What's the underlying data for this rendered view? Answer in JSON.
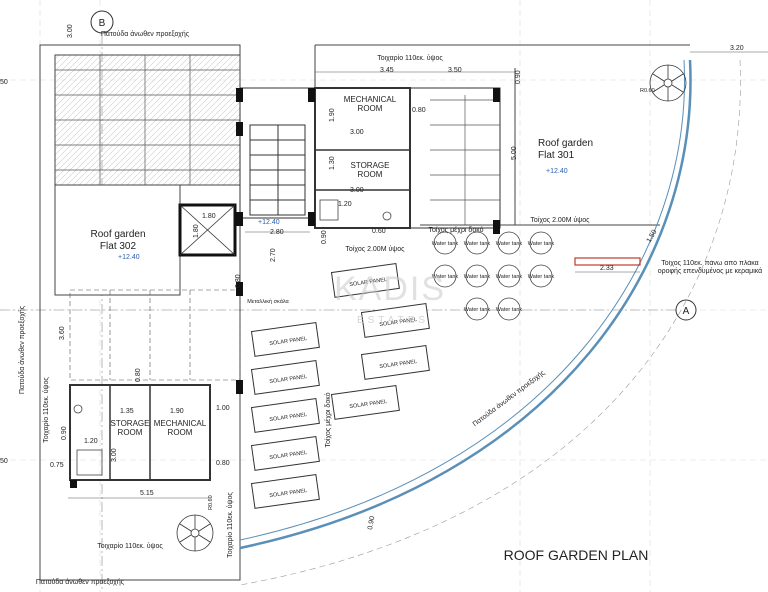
{
  "labels": {
    "grid_b": "B",
    "grid_a": "A",
    "overhang_top_left": "Πατούδα άνωθεν προεξοχής",
    "overhang_bottom": "Πατούδα άνωθεν προεξοχής",
    "overhang_left": "Πατούδα άνωθεν προεξοχής",
    "overhang_curve": "Πατούδα άνωθεν προεξοχής",
    "parapet_top": "Τοιχαρίο 110εκ. ύψος",
    "parapet_left": "Τοιχαρίο 110εκ. ύψος",
    "parapet_bottom": "Τοιχαρίο 110εκ. ύψος",
    "parapet_bottom_vertical": "Τοιχαρίο 110εκ. ύψος",
    "wall_2m_right": "Τοίχος 2.00M ύψος",
    "wall_2m_center": "Τοίχος 2.00M ύψος",
    "wall_beam_1": "Τοίχος μέχρι δοκό",
    "wall_beam_2": "Τοίχος μέχρι δοκό",
    "metal_stair": "Μεταλλική σκάλα",
    "wall_note": "Τοίχος 110εκ. πάνω από πλάκα οροφής επενδυμένος με κεραμικά",
    "roof_garden_302_line1": "Roof garden",
    "roof_garden_302_line2": "Flat 302",
    "roof_garden_301_line1": "Roof garden",
    "roof_garden_301_line2": "Flat 301",
    "level_302": "+12.40",
    "level_301": "+12.40",
    "level_core": "+12.40",
    "mech_room_top_line1": "MECHANICAL",
    "mech_room_top_line2": "ROOM",
    "storage_top_line1": "STORAGE",
    "storage_top_line2": "ROOM",
    "storage_bottom_line1": "STORAGE",
    "storage_bottom_line2": "ROOM",
    "mech_bottom_line1": "MECHANICAL",
    "mech_bottom_line2": "ROOM",
    "water_tank": "Water tank",
    "solar_panel": "SOLAR PANEL",
    "title": "ROOF GARDEN PLAN",
    "watermark_main": "KADIS",
    "watermark_sub": "ESTATES",
    "radius_top": "R0.60",
    "radius_bottom": "R0.60"
  },
  "dimensions": {
    "d_300_top": "3.00",
    "d_320": "3.20",
    "d_345": "3.45",
    "d_350": "3.50",
    "d_090_top": "0.90",
    "d_190_mech": "1.90",
    "d_300_mech": "3.00",
    "d_080_mech": "0.80",
    "d_130": "1.30",
    "d_300_stor": "3.00",
    "d_120_stor": "1.20",
    "d_500": "5.00",
    "d_180_h": "1.80",
    "d_180_v": "1.80",
    "d_280": "2.80",
    "d_270": "2.70",
    "d_090_core": "0.90",
    "d_080_core": "0.80",
    "d_060": "0.60",
    "d_150": "1.50",
    "d_233": "2.33",
    "d_360": "3.60",
    "d_080_low": "0.80",
    "d_135": "1.35",
    "d_190_low": "1.90",
    "d_300_low": "3.00",
    "d_100": "1.00",
    "d_080_right": "0.80",
    "d_120_wc": "1.20",
    "d_090_wc": "0.90",
    "d_075": "0.75",
    "d_515": "5.15",
    "d_090_curve": "0.90",
    "d_050_a": "50",
    "d_050_b": "50"
  }
}
